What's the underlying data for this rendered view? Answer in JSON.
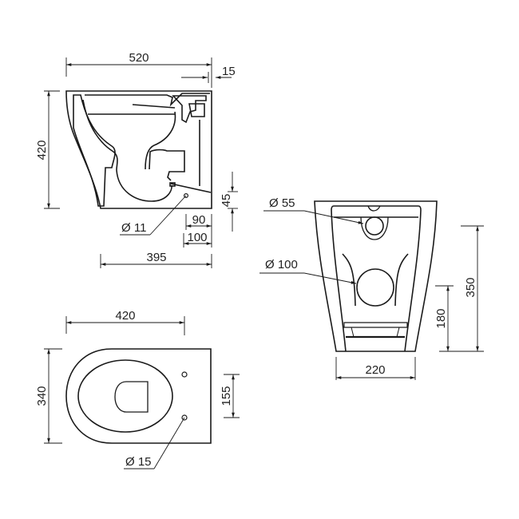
{
  "drawing": {
    "subject": "Back-to-wall toilet pan technical drawing",
    "line_color": "#1a1a1a",
    "background": "#ffffff"
  },
  "side_view": {
    "overall_length": "520",
    "cistern_gap": "15",
    "height": "420",
    "outlet_height": "45",
    "fixing_hole_dia": "Ø 11",
    "fix_from_back_1": "90",
    "fix_from_back_2": "100",
    "base_length": "395"
  },
  "top_view": {
    "length": "420",
    "width": "340",
    "fixing_spacing": "155",
    "fixing_hole_dia": "Ø 15"
  },
  "rear_view": {
    "inlet_dia": "Ø 55",
    "outlet_dia": "Ø 100",
    "outlet_center_height": "180",
    "inlet_center_height": "350",
    "base_width": "220"
  }
}
